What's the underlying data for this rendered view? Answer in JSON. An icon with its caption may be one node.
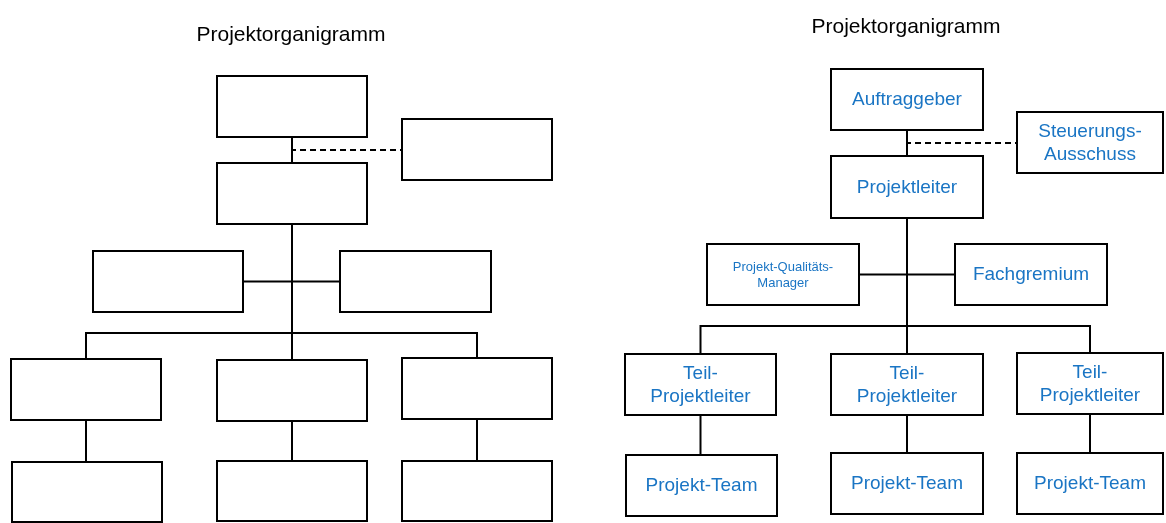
{
  "diagram": {
    "nodes": [
      {
        "text": [],
        "shape": "box"
      },
      {
        "text": [],
        "shape": "box"
      },
      {
        "text": [],
        "shape": "box"
      },
      {
        "text": [],
        "shape": "box"
      },
      {
        "text": [],
        "shape": "box"
      },
      {
        "text": [],
        "shape": "box"
      },
      {
        "text": [],
        "shape": "box"
      },
      {
        "text": [],
        "shape": "box"
      },
      {
        "text": [],
        "shape": "box"
      },
      {
        "text": [],
        "shape": "box"
      },
      {
        "text": [],
        "shape": "box"
      },
      {
        "text": [
          "Auftraggeber"
        ]
      },
      {
        "text": [
          "Steuerungs- Ausschuss"
        ]
      },
      {
        "text": [
          "Projektleiter"
        ]
      },
      {
        "text": [
          "Projekt-Qualitäts- Manager"
        ]
      },
      {
        "text": [
          "Fachgremium"
        ]
      },
      {
        "text": [
          "Teil- Projektleiter"
        ]
      },
      {
        "text": [
          "Teil- Projektleiter"
        ]
      },
      {
        "text": [
          "Teil- Projektleiter"
        ]
      },
      {
        "text": [
          "Projekt-Team"
        ]
      },
      {
        "text": [
          "Projekt-Team"
        ]
      },
      {
        "text": [
          "Projekt-Team"
        ]
      }
    ],
    "edges": [
      {
        "from": 0,
        "to": 1,
        "arrow": "none",
        "style": "dashed"
      },
      {
        "from": 0,
        "to": 2,
        "arrow": "none"
      },
      {
        "from": 2,
        "to": 3,
        "arrow": "none"
      },
      {
        "from": 2,
        "to": 4,
        "arrow": "none"
      },
      {
        "from": 2,
        "to": 5,
        "arrow": "none"
      },
      {
        "from": 2,
        "to": 6,
        "arrow": "none"
      },
      {
        "from": 2,
        "to": 7,
        "arrow": "none"
      },
      {
        "from": 5,
        "to": 8,
        "arrow": "none"
      },
      {
        "from": 6,
        "to": 9,
        "arrow": "none"
      },
      {
        "from": 7,
        "to": 10,
        "arrow": "none"
      },
      {
        "from": 11,
        "to": 12,
        "arrow": "none",
        "style": "dashed"
      },
      {
        "from": 11,
        "to": 13,
        "arrow": "none"
      },
      {
        "from": 13,
        "to": 14,
        "arrow": "none"
      },
      {
        "from": 13,
        "to": 15,
        "arrow": "none"
      },
      {
        "from": 13,
        "to": 16,
        "arrow": "none"
      },
      {
        "from": 13,
        "to": 17,
        "arrow": "none"
      },
      {
        "from": 13,
        "to": 18,
        "arrow": "none"
      },
      {
        "from": 16,
        "to": 19,
        "arrow": "none"
      },
      {
        "from": 17,
        "to": 20,
        "arrow": "none"
      },
      {
        "from": 18,
        "to": 21,
        "arrow": "none"
      }
    ],
    "labels": [
      "Projektorganigramm",
      "Projektorganigramm"
    ]
  }
}
